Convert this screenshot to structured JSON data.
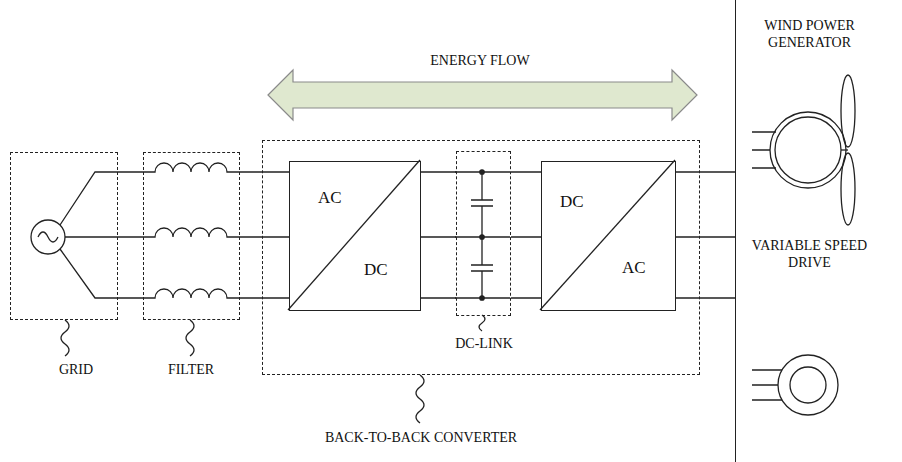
{
  "diagram": {
    "nodes": [
      {
        "text": [
          "GRID"
        ]
      },
      {
        "text": [
          "FILTER"
        ]
      },
      {
        "text": [
          "BACK-TO-BACK CONVERTER"
        ]
      },
      {
        "text": [
          "AC",
          "DC"
        ],
        "in": 2
      },
      {
        "text": [
          "DC-LINK"
        ],
        "in": 2
      },
      {
        "text": [
          "DC",
          "AC"
        ],
        "in": 2
      },
      {
        "text": [
          "WIND POWER GENERATOR",
          "VARIABLE SPEED DRIVE"
        ]
      }
    ],
    "edges": [
      {
        "from": 0,
        "to": 1,
        "arrow": "none"
      },
      {
        "from": 1,
        "to": 3,
        "arrow": "none"
      },
      {
        "from": 3,
        "to": 4,
        "arrow": "none"
      },
      {
        "from": 4,
        "to": 5,
        "arrow": "none"
      },
      {
        "from": 5,
        "to": 6,
        "arrow": "none"
      }
    ],
    "labels": [
      "ENERGY FLOW"
    ]
  }
}
